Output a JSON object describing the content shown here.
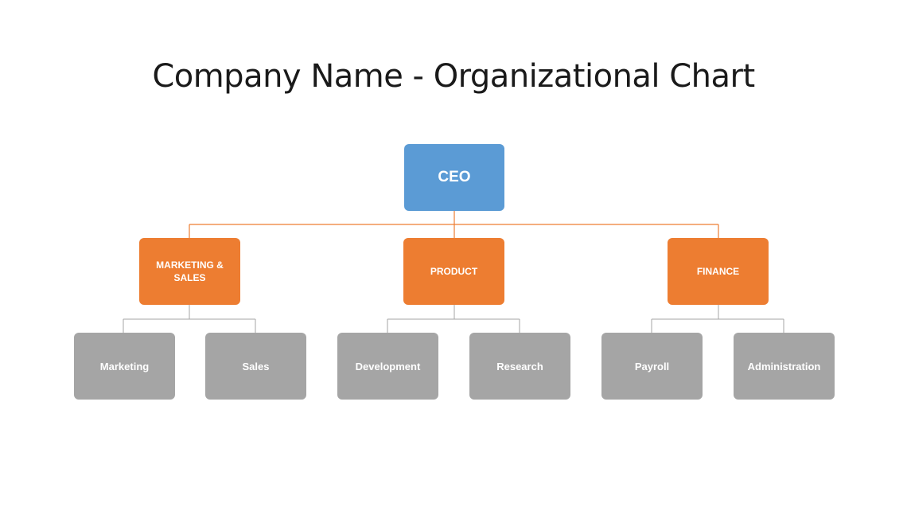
{
  "title": "Company Name - Organizational Chart",
  "colors": {
    "ceo": "#5b9bd5",
    "department": "#ed7d31",
    "team": "#a5a5a5",
    "connector_primary": "#ed7d31",
    "connector_secondary": "#a5a5a5"
  },
  "chart": {
    "ceo": {
      "label": "CEO"
    },
    "departments": [
      {
        "label": "MARKETING & SALES",
        "teams": [
          {
            "label": "Marketing"
          },
          {
            "label": "Sales"
          }
        ]
      },
      {
        "label": "PRODUCT",
        "teams": [
          {
            "label": "Development"
          },
          {
            "label": "Research"
          }
        ]
      },
      {
        "label": "FINANCE",
        "teams": [
          {
            "label": "Payroll"
          },
          {
            "label": "Administration"
          }
        ]
      }
    ]
  }
}
